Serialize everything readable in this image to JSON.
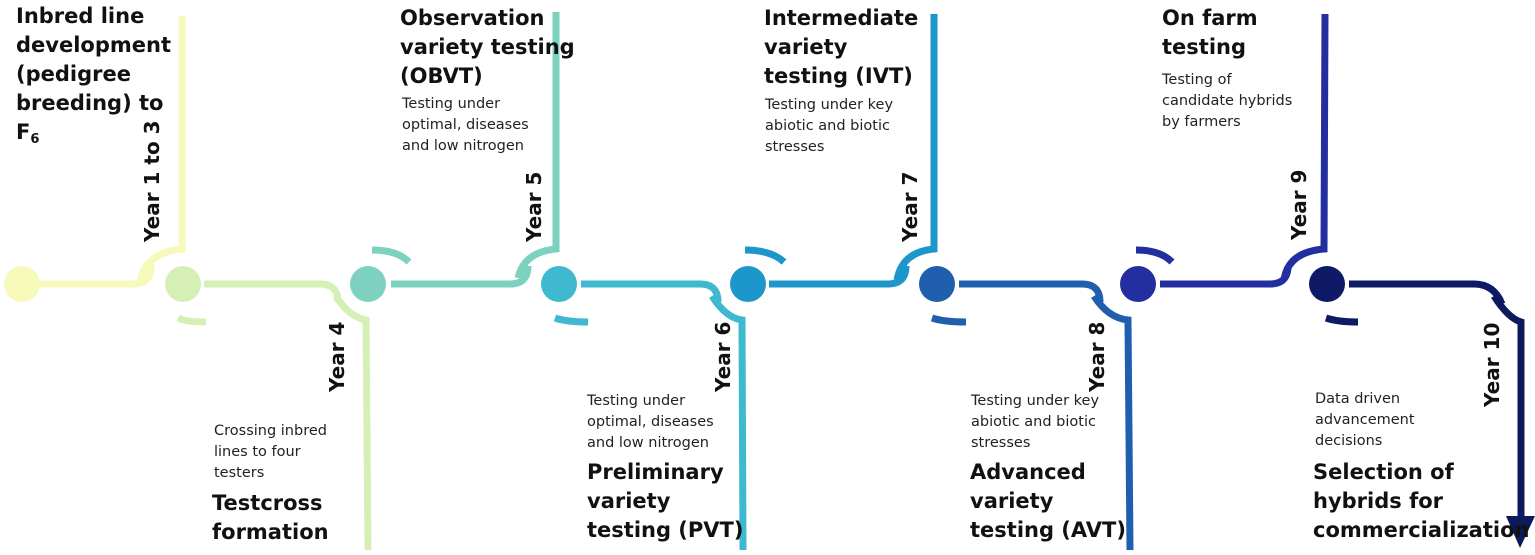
{
  "colors": {
    "start": "#f6f9b9",
    "s1": "#d5efb6",
    "s2": "#7dd2bf",
    "s3": "#3fb9cf",
    "s4": "#1d97cb",
    "s5": "#1f5fad",
    "s6": "#242f9f",
    "s7": "#0e1a66",
    "end": "#0c1a5c"
  },
  "stages": [
    {
      "year": "Year 1 to 3",
      "title_lines": [
        "Inbred line",
        "development",
        "(pedigree",
        "breeding) to"
      ],
      "title_last": "F",
      "title_sub": "6",
      "desc_lines": []
    },
    {
      "year": "Year 4",
      "title_lines": [
        "Testcross",
        "formation"
      ],
      "desc_lines": [
        "Crossing inbred",
        "lines to four",
        "testers"
      ]
    },
    {
      "year": "Year 5",
      "title_lines": [
        "Observation",
        "variety testing",
        "(OBVT)"
      ],
      "desc_lines": [
        "Testing under",
        "optimal, diseases",
        "and low nitrogen"
      ]
    },
    {
      "year": "Year 6",
      "title_lines": [
        "Preliminary",
        "variety",
        "testing (PVT)"
      ],
      "desc_lines": [
        "Testing under",
        "optimal, diseases",
        "and low nitrogen"
      ]
    },
    {
      "year": "Year 7",
      "title_lines": [
        "Intermediate",
        "variety",
        "testing (IVT)"
      ],
      "desc_lines": [
        "Testing under key",
        "abiotic and biotic",
        "stresses"
      ]
    },
    {
      "year": "Year 8",
      "title_lines": [
        "Advanced",
        "variety",
        "testing (AVT)"
      ],
      "desc_lines": [
        "Testing under key",
        "abiotic and biotic",
        "stresses"
      ]
    },
    {
      "year": "Year 9",
      "title_lines": [
        "On farm",
        "testing"
      ],
      "desc_lines": [
        "Testing of",
        "candidate hybrids",
        "by farmers"
      ]
    },
    {
      "year": "Year 10",
      "title_lines": [
        "Selection of",
        "hybrids for",
        "commercialization"
      ],
      "desc_lines": [
        "Data driven",
        "advancement",
        "decisions"
      ]
    }
  ]
}
